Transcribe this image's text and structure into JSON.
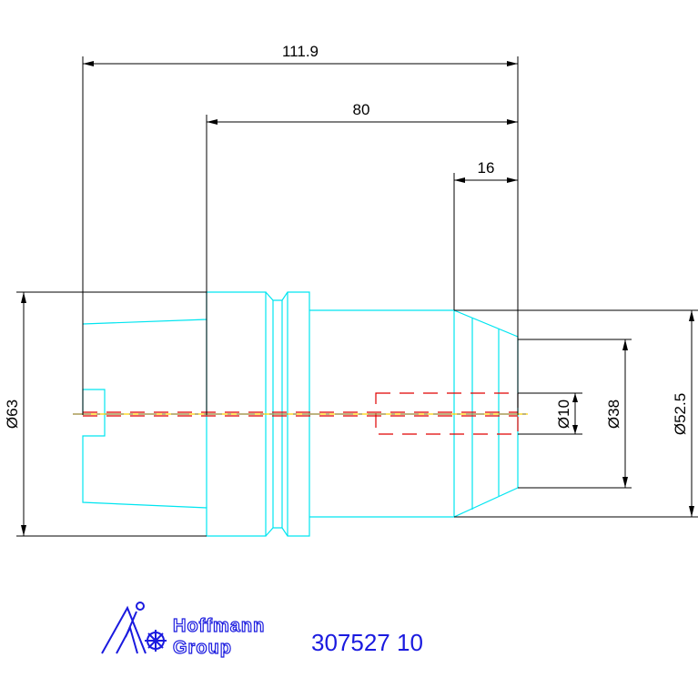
{
  "drawing": {
    "dimensions": {
      "overall_length": "111.9",
      "length_80": "80",
      "length_16": "16",
      "dia_63": "Ø63",
      "dia_10": "Ø10",
      "dia_38": "Ø38",
      "dia_52_5": "Ø52.5"
    },
    "logo": {
      "line1": "Hoffmann",
      "line2": "Group"
    },
    "part_number": "307527 10"
  },
  "colors": {
    "outline": "#00e5f0",
    "dimension": "#000000",
    "centerline": "#ffd400",
    "hidden": "#e00000",
    "brand": "#1a1adf"
  }
}
